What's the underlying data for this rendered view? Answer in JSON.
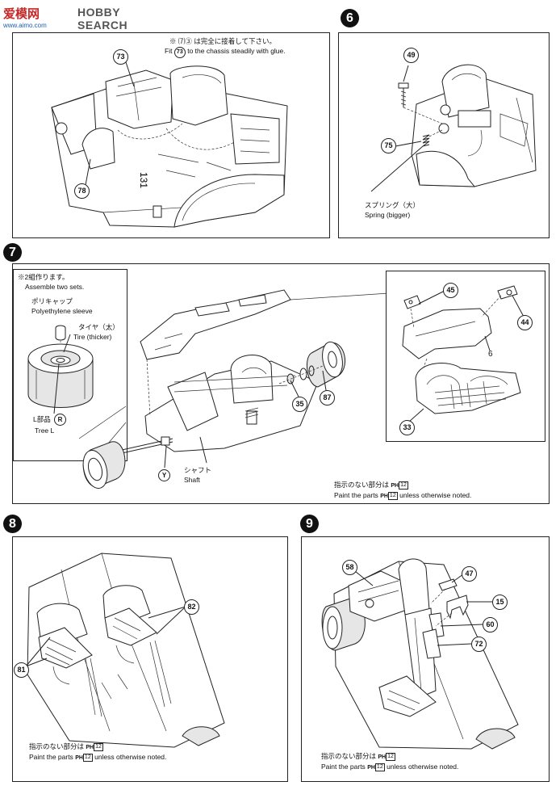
{
  "watermark": {
    "logo": "爱模网",
    "brand": "HOBBY SEARCH",
    "url": "www.aimo.com"
  },
  "step5": {
    "note_jp": "※ ⑺③ は完全に接着して下さい。",
    "note_en_prefix": "Fit",
    "note_en_part": "73",
    "note_en_suffix": "to the chassis steadily with glue.",
    "part_73": "73",
    "part_78": "78"
  },
  "step6": {
    "number": "6",
    "part_49": "49",
    "part_75": "75",
    "spring_jp": "スプリング（大）",
    "spring_en": "Spring (bigger)"
  },
  "step7": {
    "number": "7",
    "note_jp": "※2組作ります。",
    "note_en": "Assemble two sets.",
    "poly_jp": "ポリキャップ",
    "poly_en": "Polyethylene sleeve",
    "tire_jp": "タイヤ（太）",
    "tire_en": "Tire (thicker)",
    "tree_jp": "L部品",
    "tree_en": "Tree L",
    "tree_letter": "R",
    "shaft_jp": "シャフト",
    "shaft_en": "Shaft",
    "shaft_letter": "Y",
    "part_35": "35",
    "part_87": "87",
    "part_45": "45",
    "part_44": "44",
    "part_6": "6",
    "part_33": "33",
    "paint_jp_prefix": "指示のない部分は",
    "paint_code": "12",
    "paint_en_prefix": "Paint the parts",
    "paint_en_suffix": "unless otherwise noted."
  },
  "step8": {
    "number": "8",
    "part_82": "82",
    "part_81": "81",
    "paint_jp_prefix": "指示のない部分は",
    "paint_code": "12",
    "paint_en_prefix": "Paint the parts",
    "paint_en_suffix": "unless otherwise noted."
  },
  "step9": {
    "number": "9",
    "part_58": "58",
    "part_47": "47",
    "part_15": "15",
    "part_60": "60",
    "part_72": "72",
    "paint_jp_prefix": "指示のない部分は",
    "paint_code": "12",
    "paint_en_prefix": "Paint the parts",
    "paint_en_suffix": "unless otherwise noted."
  },
  "paint_marker": "PH"
}
